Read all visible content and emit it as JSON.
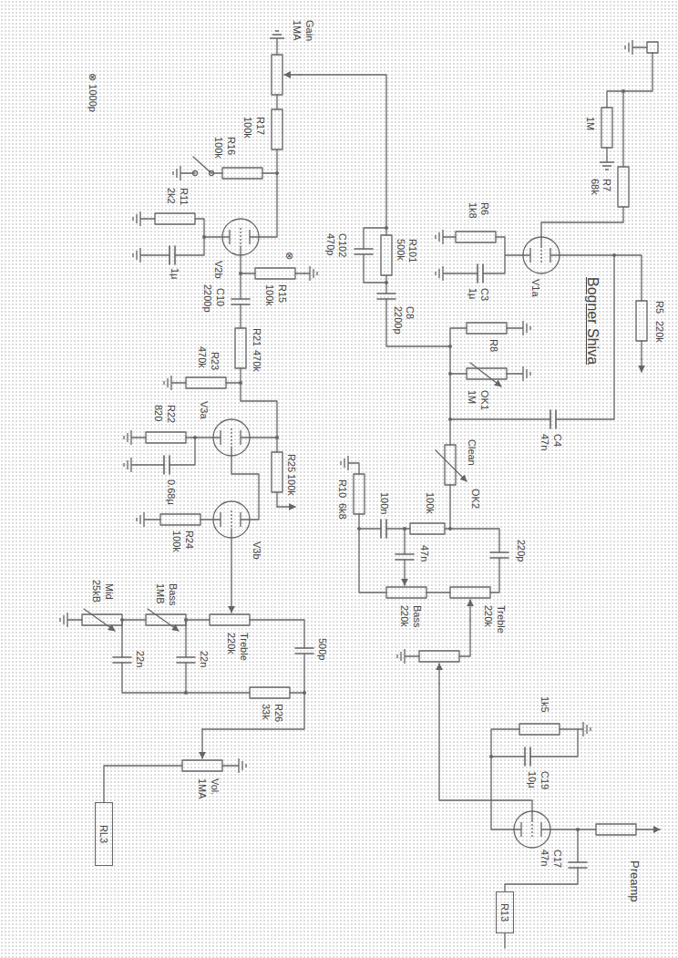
{
  "diagram": {
    "title": "Bogner Shiva",
    "nodes": [
      {
        "text": [
          "RL3"
        ]
      },
      {
        "text": [
          "R13"
        ]
      }
    ],
    "labels": [
      "1M",
      "R7",
      "68k",
      "R6",
      "1k8",
      "C3",
      "1µ",
      "V1a",
      "R5",
      "220k",
      "C4",
      "47n",
      "R8",
      "OK1",
      "1M",
      "Clean",
      "OK2",
      "R101",
      "500k",
      "C8",
      "2200p",
      "C102",
      "470p",
      "220p",
      "Treble",
      "220k",
      "100k",
      "47n",
      "100n",
      "Bass",
      "220k",
      "R10",
      "6k8",
      "1k5",
      "C19",
      "10µ",
      "C17",
      "47n",
      "Preamp",
      "Gain",
      "1MA",
      "R17",
      "100k",
      "R16",
      "100k",
      "V2b",
      "R11",
      "2k2",
      "1µ",
      "⊗",
      "R15",
      "100k",
      "C10",
      "2200p",
      "R21",
      "470k",
      "R23",
      "470k",
      "V3a",
      "R22",
      "820",
      "0.68µ",
      "V3b",
      "R25",
      "100k",
      "R24",
      "100k",
      "500p",
      "Treble",
      "220k",
      "R26",
      "33k",
      "22n",
      "22n",
      "Bass",
      "1MB",
      "Mid",
      "25kB",
      "Vol.",
      "1MA",
      "⊗ 1000p"
    ]
  }
}
